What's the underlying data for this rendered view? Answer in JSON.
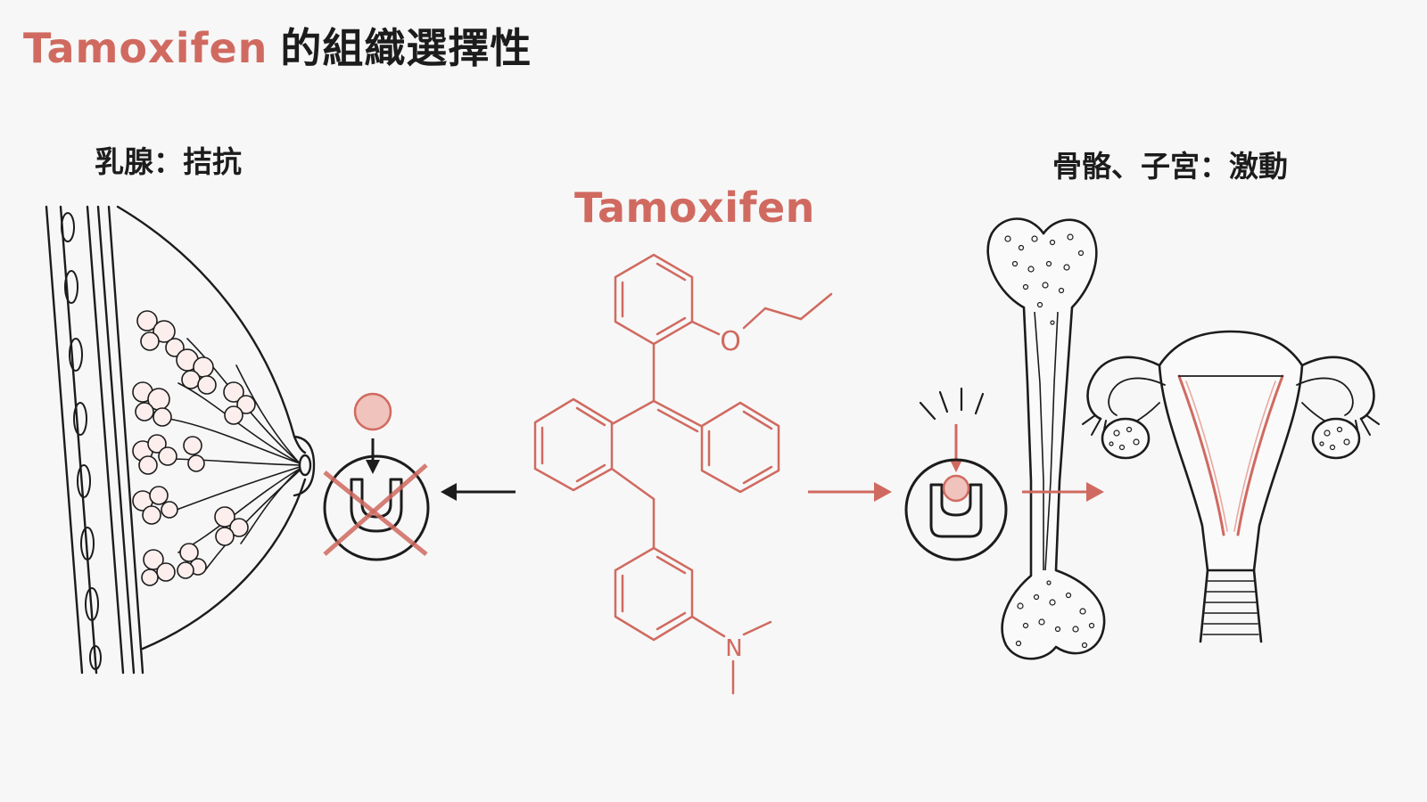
{
  "title": {
    "drug": "Tamoxifen",
    "rest": "的組織選擇性"
  },
  "left_panel": {
    "label": "乳腺：拮抗"
  },
  "center": {
    "drug_name": "Tamoxifen",
    "atom_o": "O",
    "atom_n": "N"
  },
  "right_panel": {
    "label": "骨骼、子宮：激動"
  },
  "colors": {
    "accent": "#d06a60",
    "accent_light": "#f0c3bd",
    "ink": "#1c1c1c",
    "background": "#f7f7f7"
  }
}
